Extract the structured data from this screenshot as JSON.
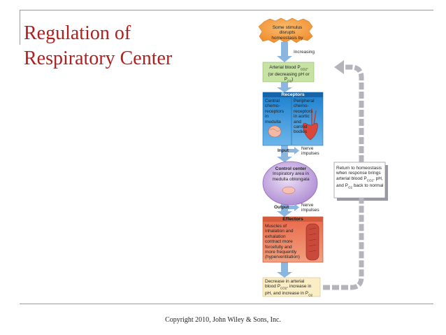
{
  "slide": {
    "title_line1": "Regulation of",
    "title_line2": "Respiratory Center",
    "footer": "Copyright 2010, John Wiley & Sons, Inc."
  },
  "diagram": {
    "stimulus": {
      "line1": "Some stimulus disrupts",
      "line2": "homeostasis by"
    },
    "increasing_label": "Increasing",
    "condition": {
      "line1": "Arterial blood P",
      "line1_sub": "CO2",
      "line1_end": ",",
      "line2_start": "(or decreasing pH or P",
      "line2_sub": "O2",
      "line2_end": ")"
    },
    "receptors": {
      "heading": "Receptors",
      "central": [
        "Central",
        "chemo-",
        "receptors",
        "in",
        "medulla"
      ],
      "peripheral": [
        "Peripheral",
        "chemo-",
        "receptors",
        "in aortic",
        "and",
        "carotid",
        "bodies"
      ]
    },
    "input_label": "Input",
    "input_nerve": [
      "Nerve",
      "impulses"
    ],
    "control_center": {
      "heading": "Control center",
      "lines": [
        "Inspiratory area in",
        "medulla oblongata"
      ]
    },
    "output_label": "Output",
    "output_nerve": [
      "Nerve",
      "impulses"
    ],
    "effectors": {
      "heading": "Effectors",
      "lines": [
        "Muscles of",
        "inhalation and",
        "exhalation",
        "contract more",
        "forcefully and",
        "more frequently",
        "(hyperventilation)"
      ]
    },
    "response": {
      "line1": "Decrease in arterial",
      "line2_start": "blood P",
      "line2_sub": "CO2",
      "line2_end": ", increase in",
      "line3_start": "pH, and increase in P",
      "line3_sub": "O2"
    },
    "return": {
      "line1": "Return to homeostasis",
      "line2": "when response brings",
      "line3_start": "arterial blood P",
      "line3_sub": "CO2",
      "line3_end": ", pH,",
      "line4_start": "and P",
      "line4_sub": "O2",
      "line4_end": " back to normal"
    }
  },
  "colors": {
    "title": "#b01e1e",
    "stimulus_fill": "#f59a3a",
    "condition_fill": "#c6e3a4",
    "receptors_fill": "#3f9ad8",
    "control_fill": "#c9aee0",
    "effectors_fill": "#e87e5c",
    "response_fill": "#fbeec4",
    "flow_arrow": "#8ab6e0",
    "feedback_arrow": "#b4b4bd"
  }
}
